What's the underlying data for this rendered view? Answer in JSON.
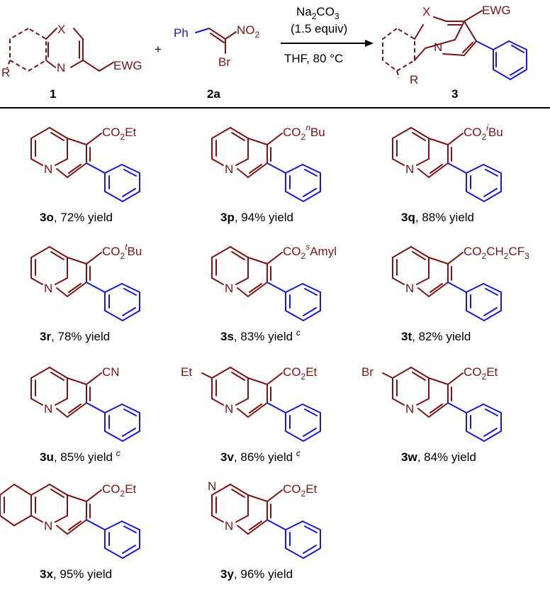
{
  "scheme": {
    "reagent1_label": "1",
    "reagent2_label": "2a",
    "product_label": "3",
    "plus": "+",
    "atoms": {
      "x": "X",
      "n": "N",
      "ewg": "EWG",
      "r": "R",
      "ph": "Ph",
      "no2": "NO",
      "no2_sub": "2",
      "br": "Br"
    },
    "conditions": {
      "line1_a": "Na",
      "line1_sub1": "2",
      "line1_b": "CO",
      "line1_sub2": "3",
      "line2": "(1.5 equiv)",
      "line3": "THF, 80 °C"
    }
  },
  "compounds": [
    {
      "id": "3o",
      "caption": ", 72% yield",
      "note": "",
      "sub_main": "CO",
      "sub_parts": [
        "2",
        "Et"
      ],
      "type": "ester"
    },
    {
      "id": "3p",
      "caption": ", 94% yield",
      "note": "",
      "sub_main": "CO",
      "sub_parts": [
        "2",
        "n",
        "Bu"
      ],
      "type": "ester_sup"
    },
    {
      "id": "3q",
      "caption": ", 88% yield",
      "note": "",
      "sub_main": "CO",
      "sub_parts": [
        "2",
        "i",
        "Bu"
      ],
      "type": "ester_sup"
    },
    {
      "id": "3r",
      "caption": ", 78% yield",
      "note": "",
      "sub_main": "CO",
      "sub_parts": [
        "2",
        "t",
        "Bu"
      ],
      "type": "ester_sup"
    },
    {
      "id": "3s",
      "caption": ", 83% yield ",
      "note": "c",
      "sub_main": "CO",
      "sub_parts": [
        "2",
        "s",
        "Amyl"
      ],
      "type": "ester_sup"
    },
    {
      "id": "3t",
      "caption": ", 82% yield",
      "note": "",
      "sub_main": "CO",
      "sub_parts": [
        "2",
        "CH",
        "2",
        "CF",
        "3"
      ],
      "type": "tfe"
    },
    {
      "id": "3u",
      "caption": ", 85% yield ",
      "note": "c",
      "sub_main": "CN",
      "sub_parts": [],
      "type": "cn"
    },
    {
      "id": "3v",
      "caption": ", 86% yield ",
      "note": "c",
      "sub_main": "CO",
      "sub_parts": [
        "2",
        "Et"
      ],
      "type": "ester",
      "ring_sub": "Et"
    },
    {
      "id": "3w",
      "caption": ", 84% yield",
      "note": "",
      "sub_main": "CO",
      "sub_parts": [
        "2",
        "Et"
      ],
      "type": "ester",
      "ring_sub": "Br"
    },
    {
      "id": "3x",
      "caption": ", 95% yield",
      "note": "",
      "sub_main": "CO",
      "sub_parts": [
        "2",
        "Et"
      ],
      "type": "ester"
    },
    {
      "id": "3y",
      "caption": ", 96% yield",
      "note": "",
      "sub_main": "CO",
      "sub_parts": [
        "2",
        "Et"
      ],
      "type": "ester"
    }
  ],
  "colors": {
    "core": "#7a1414",
    "phenyl": "#1a1acc",
    "text": "#000000"
  }
}
